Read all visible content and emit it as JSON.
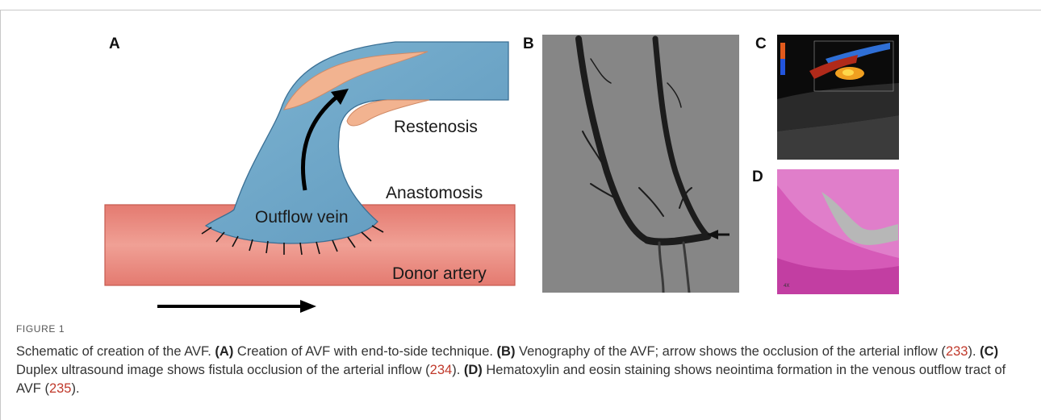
{
  "figure": {
    "panels": {
      "a": {
        "label": "A",
        "texts": {
          "restenosis": "Restenosis",
          "anastomosis": "Anastomosis",
          "outflow_vein": "Outflow vein",
          "donor_artery": "Donor artery"
        }
      },
      "b": {
        "label": "B"
      },
      "c": {
        "label": "C"
      },
      "d": {
        "label": "D",
        "magnification": "4X"
      }
    },
    "caption": {
      "title": "FIGURE 1",
      "lead": "Schematic of creation of the AVF.",
      "parts": [
        {
          "tag": "(A)",
          "text": " Creation of AVF with end-to-side technique."
        },
        {
          "tag": "(B)",
          "text": " Venography of the AVF; arrow shows the occlusion of the arterial inflow (",
          "ref": "233",
          "tail": ")."
        },
        {
          "tag": "(C)",
          "text": " Duplex ultrasound image shows fistula occlusion of the arterial inflow (",
          "ref": "234",
          "tail": ")."
        },
        {
          "tag": "(D)",
          "text": " Hematoxylin and eosin staining shows neointima formation in the venous outflow tract of AVF (",
          "ref": "235",
          "tail": ")."
        }
      ]
    },
    "colors": {
      "artery": "#e8857a",
      "vein": "#6fa9c8",
      "plaque": "#f0b291",
      "link": "#c0392b"
    }
  }
}
